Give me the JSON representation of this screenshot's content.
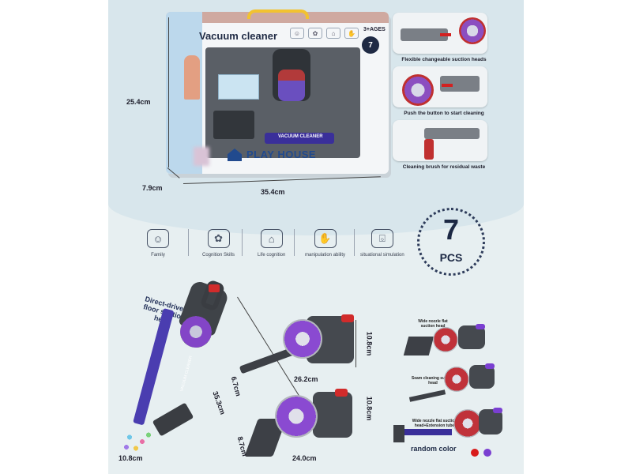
{
  "box": {
    "title": "Vacuum cleaner",
    "ages": "3+AGES",
    "pcs": "7",
    "brand": "PLAY HOUSE",
    "tube_label": "VACUUM CLEANER",
    "icons": [
      "family-icon",
      "brain-icon",
      "home-icon",
      "hand-icon",
      "basket-icon"
    ]
  },
  "box_dims": {
    "height": "25.4cm",
    "depth": "7.9cm",
    "width": "35.4cm"
  },
  "insets": [
    {
      "caption": "Flexible changeable suction heads"
    },
    {
      "caption": "Push the button to start cleaning"
    },
    {
      "caption": "Cleaning brush for residual waste"
    }
  ],
  "features": [
    {
      "label": "Family",
      "icon": "family-icon"
    },
    {
      "label": "Cognition Skills",
      "icon": "brain-icon"
    },
    {
      "label": "Life cognition",
      "icon": "home-icon"
    },
    {
      "label": "manipulation ability",
      "icon": "hand-icon"
    },
    {
      "label": "situational simulation",
      "icon": "basket-icon"
    }
  ],
  "pcs_badge": {
    "number": "7",
    "text": "PCS"
  },
  "stick": {
    "callout": "Direct-driven floor suction head",
    "length": "35.3cm",
    "head_width": "10.8cm",
    "tube_label": "VACUUM CLEANER"
  },
  "handheld_dims": {
    "top_length": "26.2cm",
    "top_height": "10.8cm",
    "top_depth": "6.7cm",
    "bottom_length": "24.0cm",
    "bottom_height": "10.8cm",
    "bottom_depth": "8.7cm"
  },
  "variants": [
    {
      "label": "Wide nozzle flat suction head"
    },
    {
      "label": "Seam cleaning suction head"
    },
    {
      "label": "Wide nozzle flat suction head+Extension tube"
    }
  ],
  "random_color": {
    "label": "random color",
    "colors": [
      "#d81b1b",
      "#7a3fd1"
    ]
  }
}
